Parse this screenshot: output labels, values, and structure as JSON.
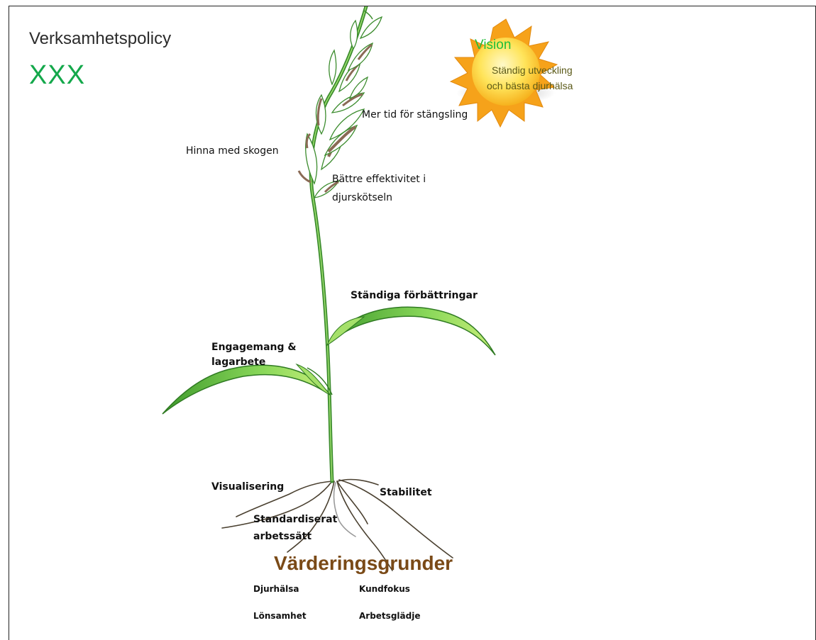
{
  "title": "Verksamhetspolicy",
  "subtitle": "XXX",
  "vision": {
    "title": "Vision",
    "line1": "Ständig utveckling",
    "line2": "och bästa djurhälsa"
  },
  "labels": {
    "mer_tid": "Mer tid för stängsling",
    "hinna": "Hinna med skogen",
    "battre_1": "Bättre effektivitet i",
    "battre_2": "djurskötseln",
    "standiga": "Ständiga förbättringar",
    "engagemang_1": "Engagemang &",
    "engagemang_2": "lagarbete",
    "visualisering": "Visualisering",
    "stabilitet": "Stabilitet",
    "standardiserat_1": "Standardiserat",
    "standardiserat_2": "arbetssätt"
  },
  "values_heading": "Värderingsgrunder",
  "values": {
    "djurhalsa": "Djurhälsa",
    "kundfokus": "Kundfokus",
    "lonsamhet": "Lönsamhet",
    "arbetsgladje": "Arbetsglädje"
  },
  "colors": {
    "stem_green": "#3c8c2e",
    "leaf_green": "#7fd34a",
    "seed_brown": "#8a6a55",
    "root_brown": "#4a4030",
    "sun_yellow": "#ffd73a",
    "sun_orange": "#f6a21a",
    "title_green": "#14a84b",
    "heading_brown": "#7a4a17"
  }
}
